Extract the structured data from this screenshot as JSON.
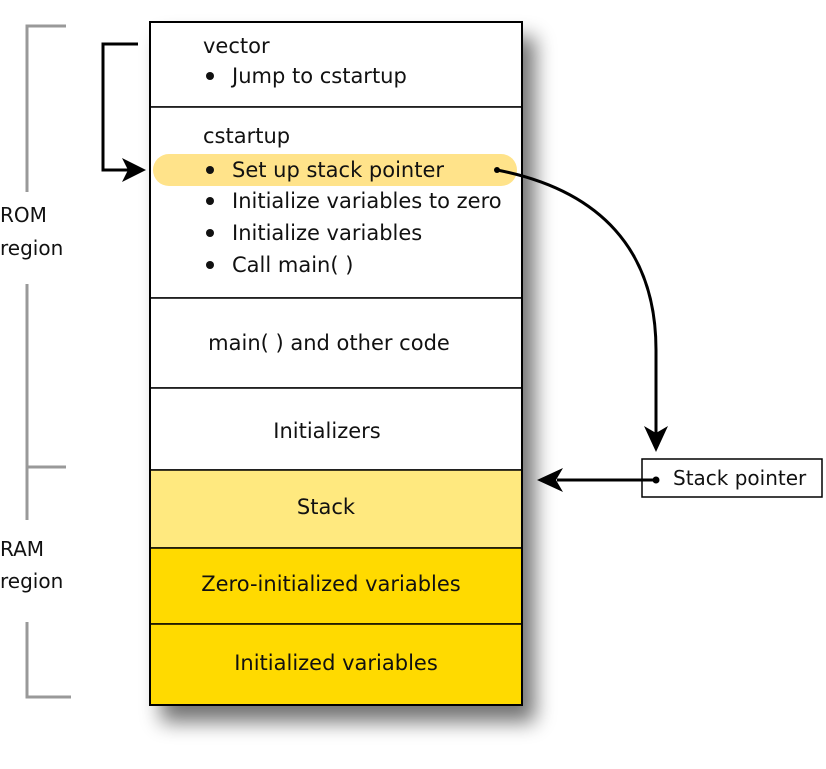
{
  "regions": {
    "rom": {
      "line1": "ROM",
      "line2": "region"
    },
    "ram": {
      "line1": "RAM",
      "line2": "region"
    }
  },
  "memory": {
    "vector": {
      "title": "vector",
      "items": [
        "Jump to cstartup"
      ]
    },
    "cstartup": {
      "title": "cstartup",
      "items": [
        "Set up stack pointer",
        "Initialize variables to zero",
        "Initialize variables",
        "Call main( )"
      ]
    },
    "main_code": "main( ) and other code",
    "initializers": "Initializers",
    "stack": "Stack",
    "zero_init": "Zero-initialized variables",
    "initialized": "Initialized variables"
  },
  "callout": {
    "label": "Stack pointer"
  },
  "colors": {
    "stack_fill": "#FFE97F",
    "highlight_fill": "#FFE38A",
    "ram_fill": "#FFDA00",
    "bracket": "#999999",
    "border": "#000000"
  }
}
